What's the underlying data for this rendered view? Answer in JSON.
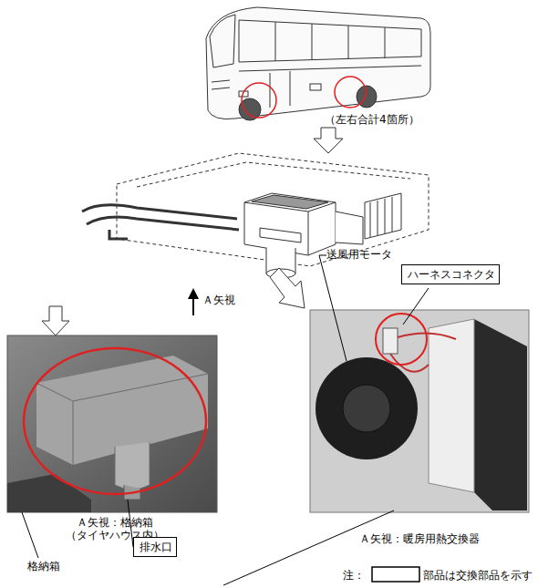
{
  "diagram": {
    "nodes": [
      {
        "text": [
          "ハーネスコネクタ"
        ]
      },
      {
        "text": [
          "排水口"
        ]
      }
    ],
    "labels": [
      "（左右合計4箇所）",
      "送風用モータ",
      "Ａ矢視",
      "Ａ矢視：格納箱 （タイヤハウス内）",
      "Ａ矢視：暖房用熱交換器",
      "格納箱",
      "注：",
      "部品は交換部品を示す"
    ]
  }
}
